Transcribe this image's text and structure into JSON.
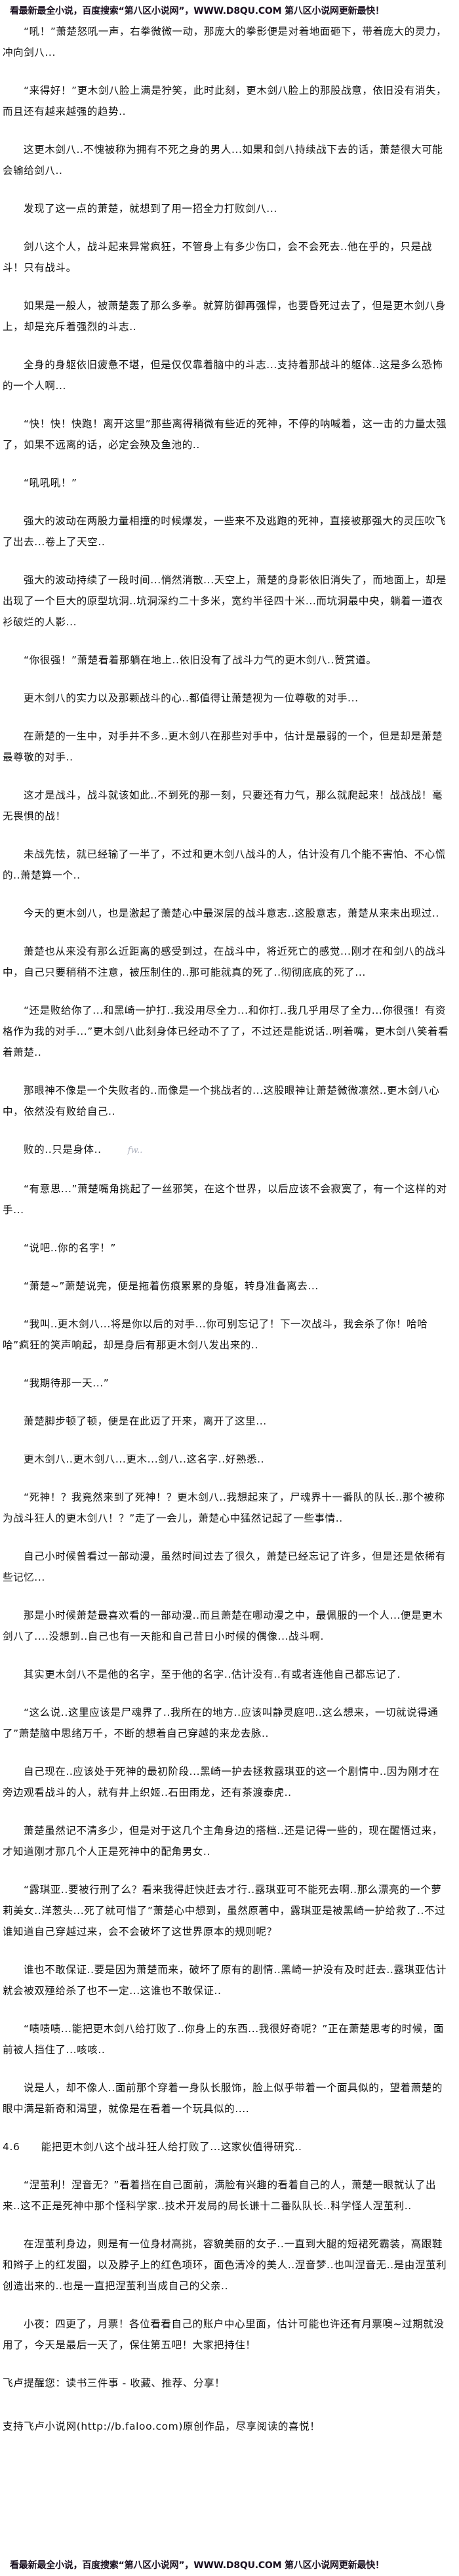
{
  "banner": {
    "text": "看最新最全小说，百度搜索“第八区小说网”，WWW.D8QU.COM 第八区小说网更新最快！"
  },
  "paragraphs": [
    "“吼！”萧楚怒吼一声，右拳微微一动，那庞大的拳影便是对着地面砸下，带着庞大的灵力，冲向剑八...",
    "“来得好！”更木剑八脸上满是狞笑，此时此刻，更木剑八脸上的那股战意，依旧没有消失，而且还有越来越强的趋势..",
    "这更木剑八..不愧被称为拥有不死之身的男人...如果和剑八持续战下去的话，萧楚很大可能会输给剑八..",
    "发现了这一点的萧楚，就想到了用一招全力打败剑八...",
    "剑八这个人，战斗起来异常疯狂，不管身上有多少伤口，会不会死去..他在乎的，只是战斗！只有战斗。",
    "如果是一般人，被萧楚轰了那么多拳。就算防御再强悍，也要昏死过去了，但是更木剑八身上，却是充斥着强烈的斗志..",
    "全身的身躯依旧疲惫不堪，但是仅仅靠着脑中的斗志...支持着那战斗的躯体..这是多么恐怖的一个人啊...",
    "“快！快！快跑！离开这里”那些离得稍微有些近的死神，不停的呐喊着，这一击的力量太强了，如果不远离的话，必定会殃及鱼池的..",
    "“吼吼吼！”",
    "强大的波动在两股力量相撞的时候爆发，一些来不及逃跑的死神，直接被那强大的灵压吹飞了出去...卷上了天空..",
    "强大的波动持续了一段时间...悄然消散...天空上，萧楚的身影依旧消失了，而地面上，却是出现了一个巨大的原型坑洞..坑洞深约二十多米，宽约半径四十米...而坑洞最中央，躺着一道衣衫破烂的人影...",
    "“你很强！”萧楚看着那躺在地上..依旧没有了战斗力气的更木剑八..赞赏道。",
    "更木剑八的实力以及那颗战斗的心..都值得让萧楚视为一位尊敬的对手...",
    "在萧楚的一生中，对手并不多..更木剑八在那些对手中，估计是最弱的一个，但是却是萧楚最尊敬的对手..",
    "这才是战斗，战斗就该如此..不到死的那一刻，只要还有力气，那么就爬起来！战战战！毫无畏惧的战！",
    "未战先怯，就已经输了一半了，不过和更木剑八战斗的人，估计没有几个能不害怕、不心慌的..萧楚算一个..",
    "今天的更木剑八，也是激起了萧楚心中最深层的战斗意志..这股意志，萧楚从来未出现过..",
    "萧楚也从来没有那么近距离的感受到过，在战斗中，将近死亡的感觉...刚才在和剑八的战斗中，自己只要稍稍不注意，被压制住的..那可能就真的死了..彻彻底底的死了...",
    "“还是败给你了...和黑崎一护打..我没用尽全力...和你打..我几乎用尽了全力...你很强！有资格作为我的对手...”更木剑八此刻身体已经动不了了，不过还是能说话..咧着嘴，更木剑八笑着看着萧楚..",
    "那眼神不像是一个失败者的..而像是一个挑战者的...这股眼神让萧楚微微凛然..更木剑八心中，依然没有败给自己..",
    "败的..只是身体..",
    "“有意思...”萧楚嘴角挑起了一丝邪笑，在这个世界，以后应该不会寂寞了，有一个这样的对手...",
    "“说吧..你的名字！”",
    "“萧楚~”萧楚说完，便是拖着伤痕累累的身躯，转身准备离去...",
    "“我叫..更木剑八...将是你以后的对手...你可别忘记了！下一次战斗，我会杀了你！哈哈哈”疯狂的笑声响起，却是身后有那更木剑八发出来的..",
    "“我期待那一天...”",
    "萧楚脚步顿了顿，便是在此迈了开来，离开了这里...",
    "更木剑八..更木剑八...更木...剑八..这名字..好熟悉..",
    "“死神！？我竟然来到了死神！？更木剑八..我想起来了，尸魂界十一番队的队长..那个被称为战斗狂人的更木剑八！？”走了一会儿，萧楚心中猛然记起了一些事情..",
    "自己小时候曾看过一部动漫，虽然时间过去了很久，萧楚已经忘记了许多，但是还是依稀有些记忆...",
    "那是小时候萧楚最喜欢看的一部动漫..而且萧楚在哪动漫之中，最佩服的一个人...便是更木剑八了....没想到..自己也有一天能和自己昔日小时候的偶像...战斗啊.",
    "其实更木剑八不是他的名字，至于他的名字..估计没有..有或者连他自己都忘记了.",
    "“这么说..这里应该是尸魂界了..我所在的地方..应该叫静灵庭吧..这么想来，一切就说得通了”萧楚脑中思绪万千，不断的想着自己穿越的来龙去脉..",
    "自己现在..应该处于死神的最初阶段...黑崎一护去拯救露琪亚的这一个剧情中..因为刚才在旁边观看战斗的人，就有井上织姬..石田雨龙，还有茶渡泰虎..",
    "萧楚虽然记不清多少，但是对于这几个主角身边的搭档..还是记得一些的，现在醒悟过来，才知道刚才那几个人正是死神中的配角男女..",
    "“露琪亚..要被行刑了么？看来我得赶快赶去才行..露琪亚可不能死去啊..那么漂亮的一个萝莉美女..洋葱头...死了就可惜了”萧楚心中想到，虽然原著中，露琪亚是被黑崎一护给救了..不过谁知道自己穿越过来，会不会破坏了这世界原本的规则呢？",
    "谁也不敢保证..要是因为萧楚而来，破坏了原有的剧情..黑崎一护没有及时赶去..露琪亚估计就会被双殛给杀了也不一定...这谁也不敢保证..",
    "“啧啧啧...能把更木剑八给打败了..你身上的东西...我很好奇呢？”正在萧楚思考的时候，面前被人挡住了...咳咳..",
    "说是人，却不像人..面前那个穿着一身队长服饰，脸上似乎带着一个面具似的，望着萧楚的眼中满是新奇和渴望，就像是在看着一个玩具似的....",
    "4.6　　能把更木剑八这个战斗狂人给打败了...这家伙值得研究..",
    "“涅茧利！涅音无？”看着挡在自己面前，满脸有兴趣的看着自己的人，萧楚一眼就认了出来..这不正是死神中那个怪科学家..技术开发局的局长谦十二番队队长..科学怪人涅茧利..",
    "在涅茧利身边，则是有一位身材高挑，容貌美丽的女子..一直到大腿的短裙死霸装，高跟鞋和辫子上的红发圈，以及脖子上的红色项环，面色清冷的美人..涅音梦..也叫涅音无..是由涅茧利创造出来的..也是一直把涅茧利当成自己的父亲..",
    "小夜：四更了，月票！各位看看自己的账户中心里面，估计可能也许还有月票噢~过期就没用了，今天是最后一天了，保住第五吧！大家把持住！"
  ],
  "watermark": "fw..",
  "footer": {
    "reminder": "飞卢提醒您：读书三件事 - 收藏、推荐、分享！",
    "support": "支持飞卢小说网(http://b.faloo.com)原创作品，尽享阅读的喜悦！"
  },
  "banner_bottom": {
    "text": "看最新最全小说，百度搜索“第八区小说网”，WWW.D8QU.COM 第八区小说网更新最快！"
  }
}
